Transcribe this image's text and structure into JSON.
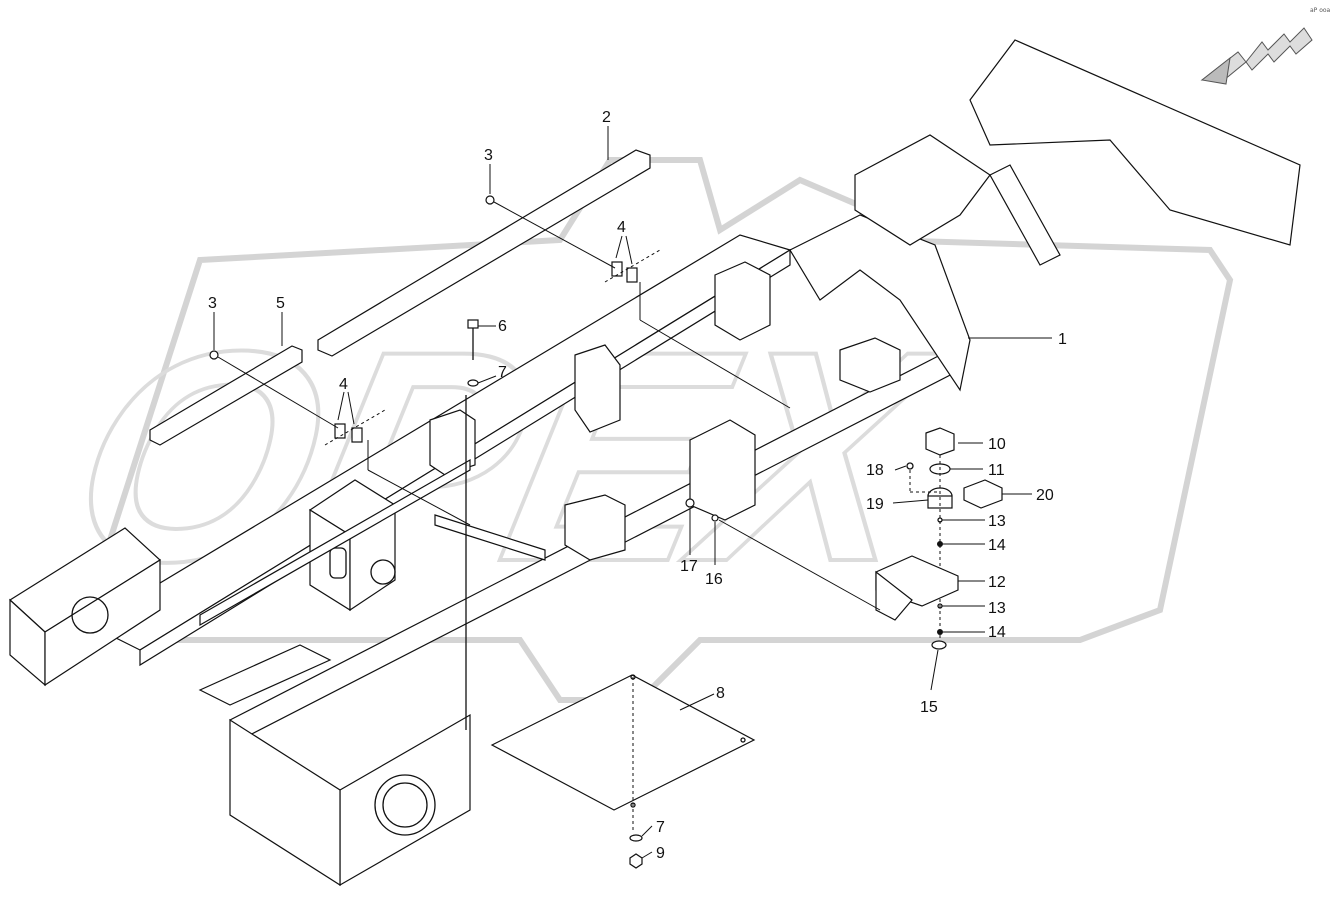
{
  "diagram": {
    "watermark_text": "OPEX",
    "ref_code": "aP ooa",
    "colors": {
      "line": "#111111",
      "watermark": "#d4d4d4",
      "background": "#ffffff"
    },
    "icons": [
      "direction-arrow-icon"
    ],
    "callouts": {
      "c1": "1",
      "c2": "2",
      "c3a": "3",
      "c3b": "3",
      "c4a": "4",
      "c4b": "4",
      "c5": "5",
      "c6": "6",
      "c7a": "7",
      "c7b": "7",
      "c8": "8",
      "c9": "9",
      "c10": "10",
      "c11": "11",
      "c12": "12",
      "c13a": "13",
      "c13b": "13",
      "c14a": "14",
      "c14b": "14",
      "c15": "15",
      "c16": "16",
      "c17": "17",
      "c18": "18",
      "c19": "19",
      "c20": "20"
    }
  }
}
